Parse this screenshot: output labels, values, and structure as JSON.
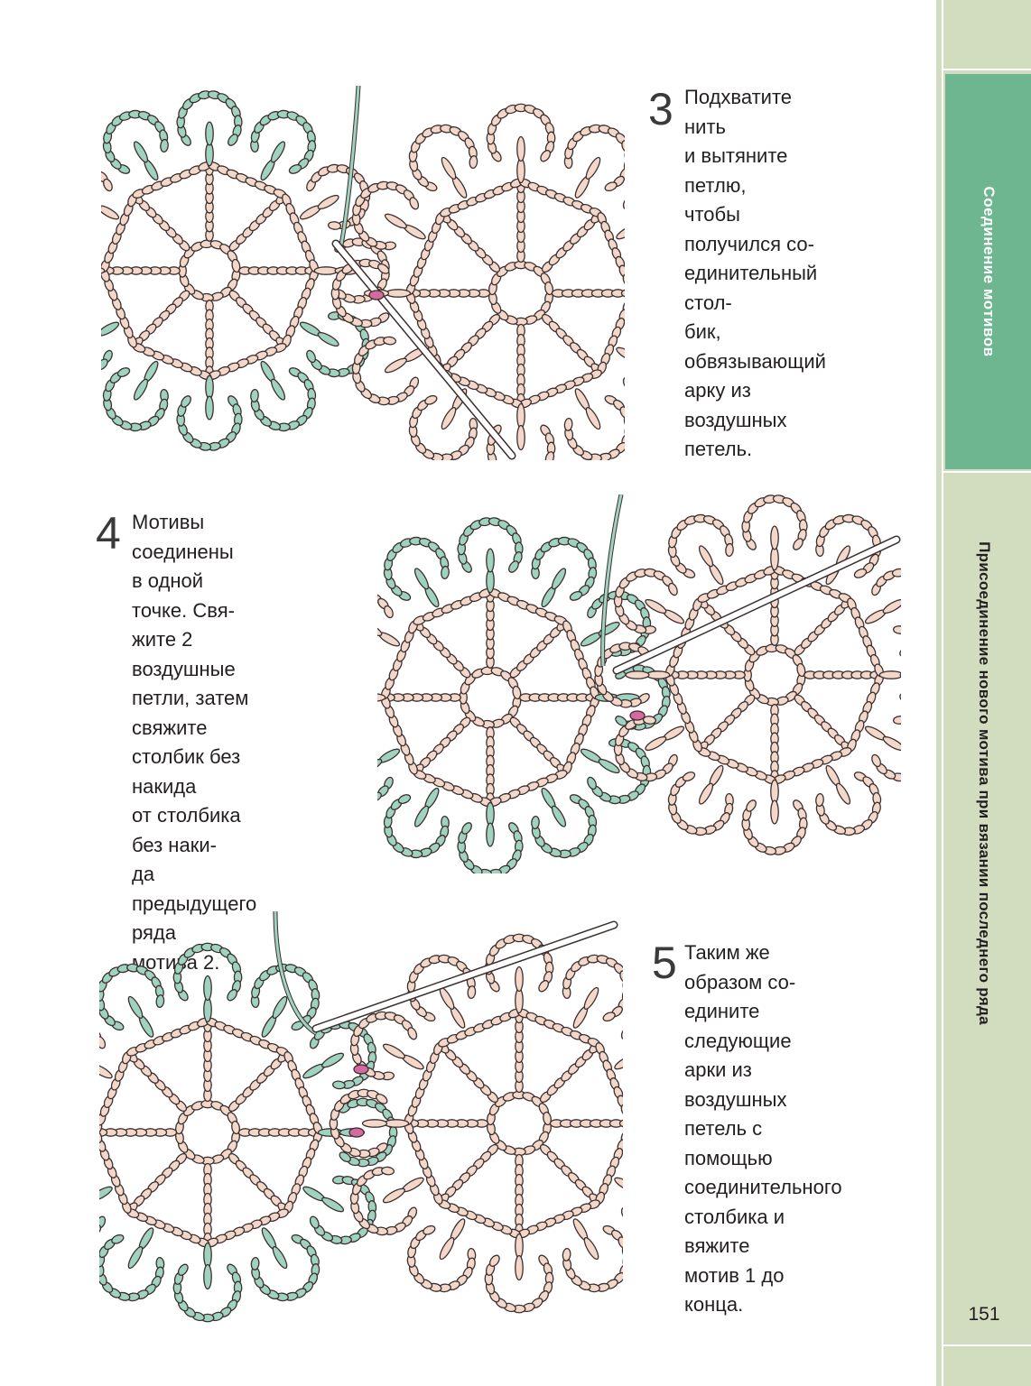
{
  "sidebar": {
    "section_tab": "Соединение мотивов",
    "subsection": "Присоединение нового мотива при вязании последнего ряда",
    "page_number": "151"
  },
  "steps": [
    {
      "number": "3",
      "text": "Подхватите нить\nи вытяните петлю,\nчтобы получился со-\nединительный стол-\nбик, обвязывающий\nарку из воздушных\nпетель."
    },
    {
      "number": "4",
      "text": "Мотивы соединены\nв одной точке. Свя-\nжите 2 воздушные\nпетли, затем свяжите\nстолбик без накида\nот столбика без наки-\nда предыдущего ряда\nмотива 2."
    },
    {
      "number": "5",
      "text": "Таким же образом со-\nедините следующие\nарки из воздушных\nпетель с помощью\nсоединительного\nстолбика и вяжите\nмотив 1 до конца."
    }
  ],
  "colors": {
    "side_band": "#d2ddc0",
    "side_tab": "#6db690",
    "yarn_pink": "#f3d7c9",
    "yarn_green": "#9fd3c0",
    "outline": "#3b2f2f",
    "join_stitch": "#d46aa0"
  }
}
